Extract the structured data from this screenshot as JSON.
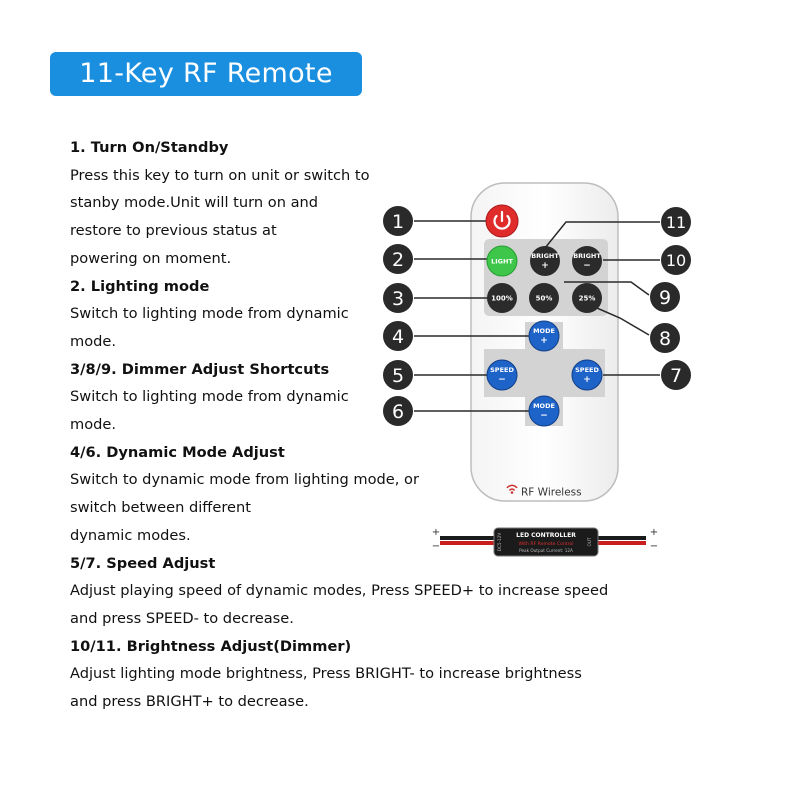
{
  "title": "11-Key RF Remote",
  "instructions": [
    {
      "kind": "heading",
      "text": "1. Turn On/Standby"
    },
    {
      "kind": "body",
      "text": "Press this key to turn on unit or switch to"
    },
    {
      "kind": "body",
      "text": "stanby mode.Unit will turn on and"
    },
    {
      "kind": "body",
      "text": "restore to previous status at"
    },
    {
      "kind": "body",
      "text": "powering on moment."
    },
    {
      "kind": "heading",
      "text": "2. Lighting mode"
    },
    {
      "kind": "body",
      "text": "Switch to lighting mode from dynamic"
    },
    {
      "kind": "body",
      "text": "mode."
    },
    {
      "kind": "heading",
      "text": "3/8/9. Dimmer Adjust Shortcuts"
    },
    {
      "kind": "body",
      "text": "Switch to lighting mode from dynamic"
    },
    {
      "kind": "body",
      "text": "mode."
    },
    {
      "kind": "heading",
      "text": "4/6. Dynamic Mode Adjust"
    },
    {
      "kind": "body",
      "text": "Switch to dynamic mode from lighting mode, or"
    },
    {
      "kind": "body",
      "text": "switch between different"
    },
    {
      "kind": "body",
      "text": "dynamic modes."
    },
    {
      "kind": "heading",
      "text": "5/7. Speed Adjust"
    },
    {
      "kind": "body",
      "text": "Adjust playing speed of dynamic modes, Press SPEED+ to increase speed"
    },
    {
      "kind": "body",
      "text": "and press SPEED- to decrease."
    },
    {
      "kind": "heading",
      "text": "10/11. Brightness Adjust(Dimmer)"
    },
    {
      "kind": "body",
      "text": "Adjust lighting mode brightness, Press BRIGHT- to increase brightness"
    },
    {
      "kind": "body",
      "text": "and press BRIGHT+ to decrease."
    }
  ],
  "remote": {
    "brand_label": "RF Wireless",
    "keys": {
      "power": {
        "number": "1",
        "icon": "power-icon"
      },
      "light": {
        "number": "2",
        "label": "LIGHT"
      },
      "p100": {
        "number": "3",
        "label": "100%"
      },
      "mode_up": {
        "number": "4",
        "label": "MODE",
        "sign": "+"
      },
      "speed_down": {
        "number": "5",
        "label": "SPEED",
        "sign": "−"
      },
      "mode_down": {
        "number": "6",
        "label": "MODE",
        "sign": "−"
      },
      "speed_up": {
        "number": "7",
        "label": "SPEED",
        "sign": "+"
      },
      "p25": {
        "number": "8",
        "label": "25%"
      },
      "p50": {
        "number": "9",
        "label": "50%"
      },
      "bright_down": {
        "number": "10",
        "label": "BRIGHT",
        "sign": "−"
      },
      "bright_up": {
        "number": "11",
        "label": "BRIGHT",
        "sign": "+"
      }
    }
  },
  "controller": {
    "label": "LED CONTROLLER",
    "sublabel": "With RF Remote Control",
    "output": "Peak Output Current: 12A",
    "side_left": "DC5-12V",
    "side_right": "OUT",
    "plus": "+",
    "minus": "−"
  },
  "colors": {
    "title_bg": "#1a8fe0",
    "callout": "#2a2a2a",
    "power_key": "#e02b2b",
    "light_key": "#3ec64a",
    "blue_key": "#1e63c8",
    "dark_key": "#2b2b2b"
  }
}
